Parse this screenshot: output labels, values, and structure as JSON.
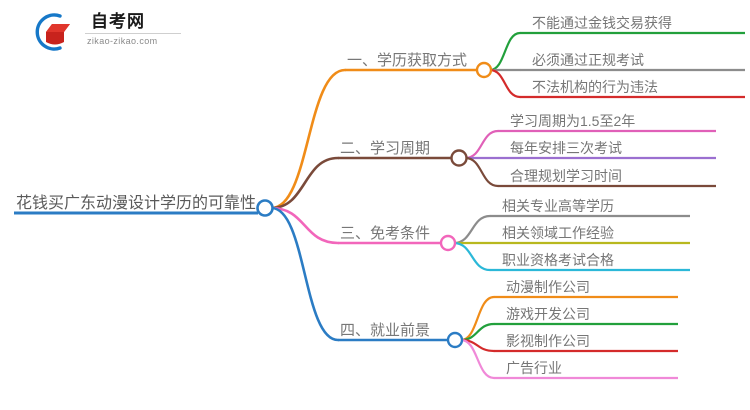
{
  "logo": {
    "title": "自考网",
    "subtitle": "zikao-zikao.com",
    "mark_name": "zikao-logo-mark",
    "arc_color": "#1678c8",
    "book_color": "#d93025"
  },
  "mindmap": {
    "root": {
      "label": "花钱买广东动漫设计学历的可靠性",
      "color": "#2b7cc4"
    },
    "branches": [
      {
        "label": "一、学历获取方式",
        "color": "#f08c18",
        "leaves": [
          {
            "label": "不能通过金钱交易获得",
            "color": "#22a03c"
          },
          {
            "label": "必须通过正规考试",
            "color": "#8c8c8c"
          },
          {
            "label": "不法机构的行为违法",
            "color": "#d42b2b"
          }
        ]
      },
      {
        "label": "二、学习周期",
        "color": "#7a4a3a",
        "leaves": [
          {
            "label": "学习周期为1.5至2年",
            "color": "#e060b8"
          },
          {
            "label": "每年安排三次考试",
            "color": "#9b6fd0"
          },
          {
            "label": "合理规划学习时间",
            "color": "#7a4a3a"
          }
        ]
      },
      {
        "label": "三、免考条件",
        "color": "#f266bb",
        "leaves": [
          {
            "label": "相关专业高等学历",
            "color": "#8c8c8c"
          },
          {
            "label": "相关领域工作经验",
            "color": "#b8b81e"
          },
          {
            "label": "职业资格考试合格",
            "color": "#2bb8d8"
          }
        ]
      },
      {
        "label": "四、就业前景",
        "color": "#2b7cc4",
        "leaves": [
          {
            "label": "动漫制作公司",
            "color": "#f08c18"
          },
          {
            "label": "游戏开发公司",
            "color": "#22a03c"
          },
          {
            "label": "影视制作公司",
            "color": "#d42b2b"
          },
          {
            "label": "广告行业",
            "color": "#f089d8"
          }
        ]
      }
    ]
  }
}
